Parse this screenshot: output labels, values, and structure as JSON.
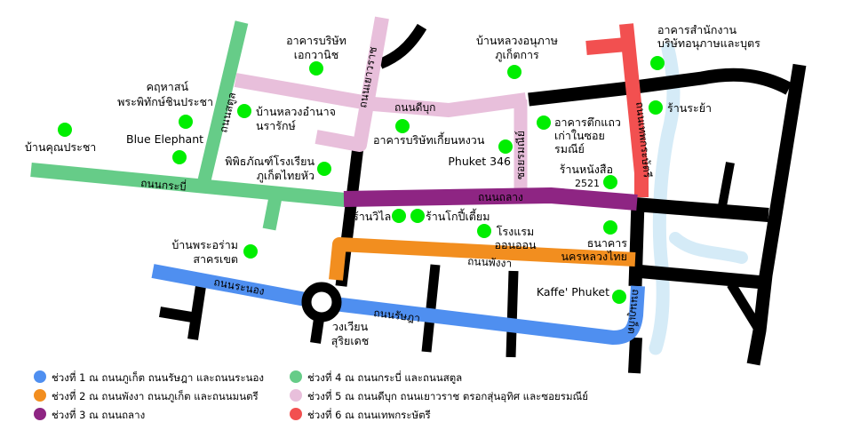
{
  "colors": {
    "section1": "#4f8ff0",
    "section2": "#f28e1f",
    "section3": "#8e2583",
    "section4": "#66cc88",
    "section5": "#e8bfdb",
    "section6": "#f25050",
    "road": "#000000",
    "river": "#d5ebf7",
    "poi": "#00ee00"
  },
  "roads": {
    "satun": "ถนนสตูล",
    "krabi": "ถนนกระบี่",
    "yaowarat": "ถนนเยาวราช",
    "dibuk": "ถนนดีบุก",
    "rommanee": "ซอยรมณีย์",
    "thepkrasattri": "ถนนเทพกระษัตรี",
    "thalang": "ถนนถลาง",
    "phangnga": "ถนนพังงา",
    "ranong": "ถนนระนอง",
    "ratsada": "ถนนรัษฎา",
    "phuket": "ถนนภูเก็ต"
  },
  "places": [
    {
      "l1": "อาคารบริษัท",
      "l2": "เอกวานิช"
    },
    {
      "l1": "คฤหาสน์",
      "l2": "พระพิทักษ์ชินประชา"
    },
    {
      "l1": "บ้านหลวงอำนาจ",
      "l2": "นรารักษ์"
    },
    {
      "l1": "บ้านคุณประชา",
      "l2": ""
    },
    {
      "l1": "Blue Elephant",
      "l2": ""
    },
    {
      "l1": "พิพิธภัณฑ์โรงเรียน",
      "l2": "ภูเก็ตไทยหัว"
    },
    {
      "l1": "อาคารบริษัทเกี้ยนหงวน",
      "l2": ""
    },
    {
      "l1": "บ้านหลวงอนุภาษ",
      "l2": "ภูเก็ตการ"
    },
    {
      "l1": "Phuket 346",
      "l2": ""
    },
    {
      "l1": "อาคารตึกแถว",
      "l2": "เก่าในซอย",
      "l3": "รมณีย์"
    },
    {
      "l1": "อาคารสำนักงาน",
      "l2": "บริษัทอนุภาษและบุตร"
    },
    {
      "l1": "ร้านระย้า",
      "l2": ""
    },
    {
      "l1": "ร้านหนังสือ",
      "l2": "2521"
    },
    {
      "l1": "ร้านวิไล",
      "l2": ""
    },
    {
      "l1": "ร้านโกปี้เตี้ยม",
      "l2": ""
    },
    {
      "l1": "โรงแรม",
      "l2": "ออนออน"
    },
    {
      "l1": "ธนาคาร",
      "l2": "นครหลวงไทย"
    },
    {
      "l1": "บ้านพระอร่าม",
      "l2": "สาครเขต"
    },
    {
      "l1": "Kaffe' Phuket",
      "l2": ""
    },
    {
      "l1": "วงเวียน",
      "l2": "สุริยเดช"
    }
  ],
  "legend": [
    "ช่วงที่ 1 ณ ถนนภูเก็ต ถนนรัษฎา และถนนระนอง",
    "ช่วงที่ 2 ณ ถนนพังงา ถนนภูเก็ต และถนนมนตรี",
    "ช่วงที่ 3 ณ ถนนถลาง",
    "ช่วงที่ 4 ณ ถนนกระบี่ และถนนสตูล",
    "ช่วงที่ 5 ณ ถนนดีบุก ถนนเยาวราช ตรอกสุ่นอุทิศ และซอยรมณีย์",
    "ช่วงที่ 6 ณ ถนนเทพกระษัตรี"
  ]
}
